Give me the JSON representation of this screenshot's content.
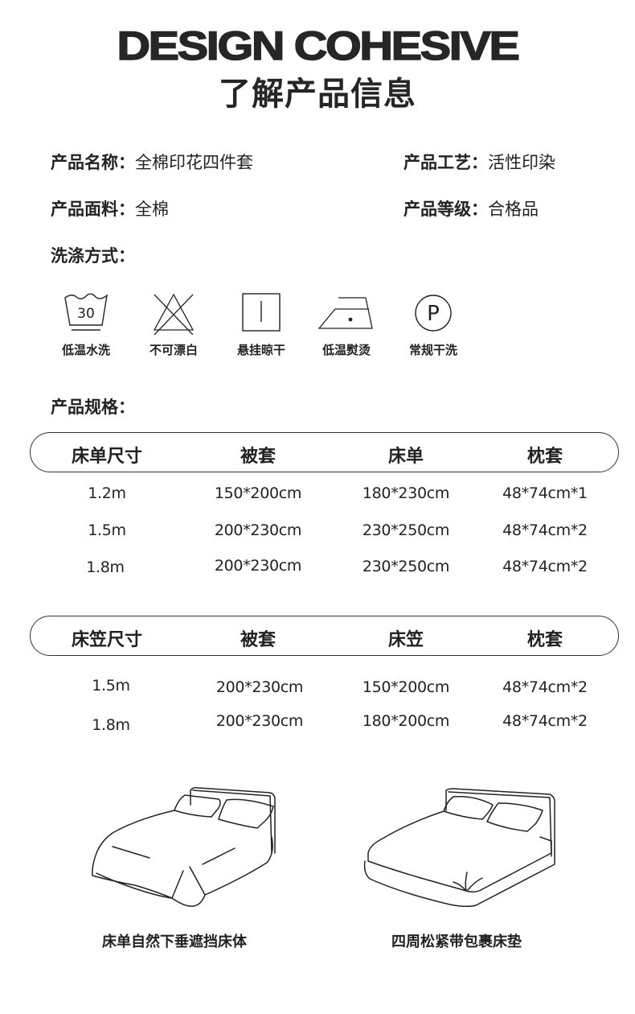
{
  "header": {
    "title_en": "DESIGN COHESIVE",
    "title_cn": "了解产品信息"
  },
  "info": {
    "name": {
      "label": "产品名称：",
      "value": "全棉印花四件套"
    },
    "craft": {
      "label": "产品工艺：",
      "value": "活性印染"
    },
    "fabric": {
      "label": "产品面料：",
      "value": "全棉"
    },
    "grade": {
      "label": "产品等级：",
      "value": "合格品"
    },
    "wash_title": "洗涤方式："
  },
  "wash_icons": [
    {
      "icon": "wash-30-icon",
      "temp": "30",
      "label": "低温水洗"
    },
    {
      "icon": "no-bleach-icon",
      "label": "不可漂白"
    },
    {
      "icon": "hang-dry-icon",
      "label": "悬挂晾干"
    },
    {
      "icon": "low-iron-icon",
      "label": "低温熨烫"
    },
    {
      "icon": "dry-clean-p-icon",
      "symbol": "P",
      "label": "常规干洗"
    }
  ],
  "spec": {
    "title": "产品规格：",
    "table1": {
      "headers": [
        "床单尺寸",
        "被套",
        "床单",
        "枕套"
      ],
      "rows": [
        [
          "1.2m",
          "150*200cm",
          "180*230cm",
          "48*74cm*1"
        ],
        [
          "1.5m",
          "200*230cm",
          "230*250cm",
          "48*74cm*2"
        ],
        [
          "1.8m",
          "200*230cm",
          "230*250cm",
          "48*74cm*2"
        ]
      ]
    },
    "table2": {
      "headers": [
        "床笠尺寸",
        "被套",
        "床笠",
        "枕套"
      ],
      "rows": [
        [
          "1.5m",
          "200*230cm",
          "150*200cm",
          "48*74cm*2"
        ],
        [
          "1.8m",
          "200*230cm",
          "180*200cm",
          "48*74cm*2"
        ]
      ]
    }
  },
  "illustrations": {
    "flat_sheet_caption": "床单自然下垂遮挡床体",
    "fitted_sheet_caption": "四周松紧带包裹床垫"
  }
}
